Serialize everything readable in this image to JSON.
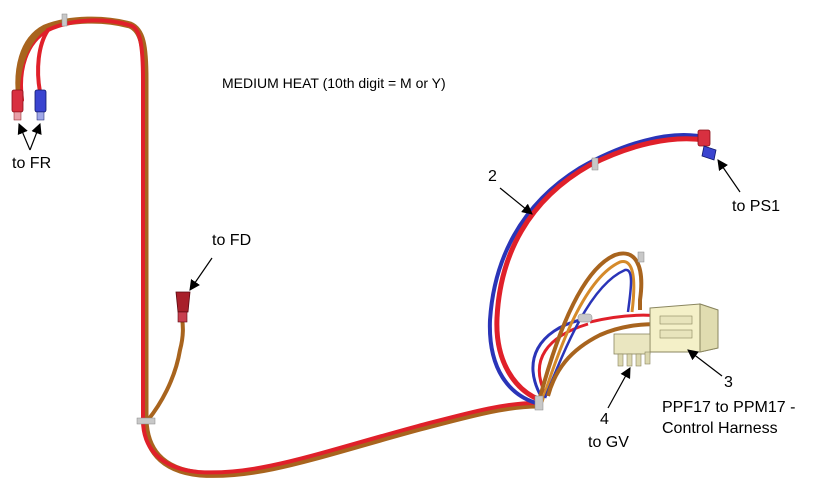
{
  "title": "MEDIUM HEAT (10th digit = M or Y)",
  "labels": {
    "to_fr": "to FR",
    "to_fd": "to FD",
    "to_ps1": "to PS1",
    "to_gv": "to GV",
    "callout_2": "2",
    "callout_3": "3",
    "callout_4": "4",
    "harness_line1": "PPF17 to PPM17 -",
    "harness_line2": "Control Harness"
  },
  "colors": {
    "wire_red": "#e0202a",
    "wire_red_dark": "#b01018",
    "wire_brown": "#a8641e",
    "wire_orange": "#d58a2a",
    "wire_blue": "#2a34b8",
    "terminal_red": "#d83040",
    "terminal_blue": "#3a44d0",
    "terminal_darkred": "#a8202a",
    "connector_body": "#f4f0c8",
    "tie_gray": "#c8c8c8"
  }
}
